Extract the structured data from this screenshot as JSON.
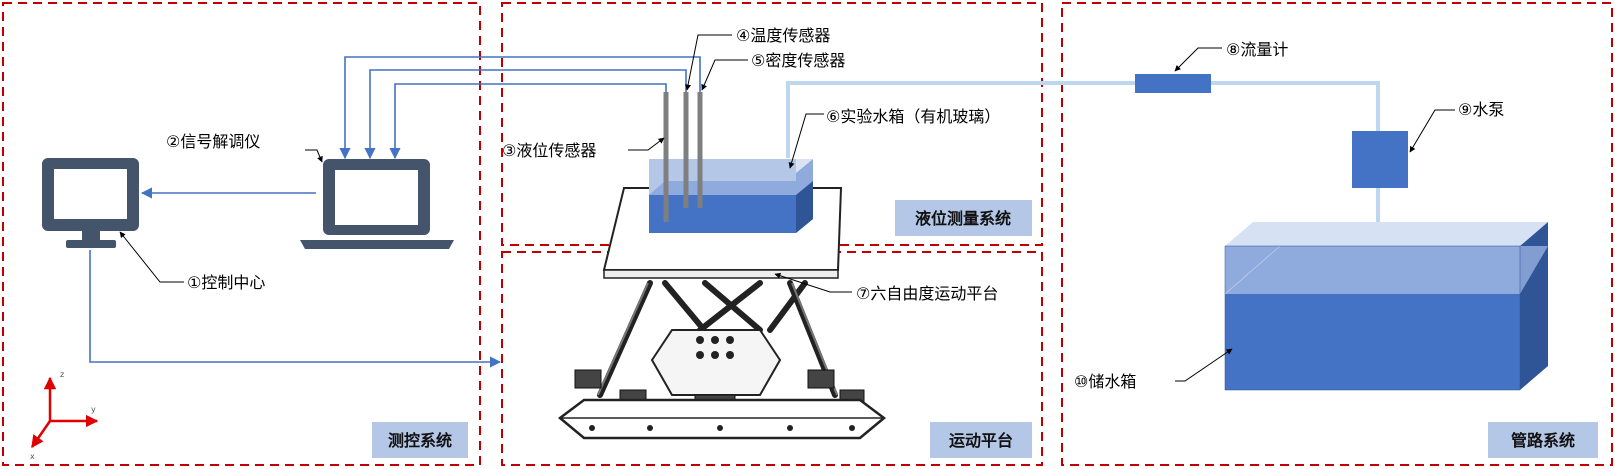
{
  "colors": {
    "dashed_border": "#c00000",
    "signal_line": "#4472c4",
    "pipe": "#bdd7ee",
    "water_dark": "#4472c4",
    "water_light": "#b4c7e7",
    "device": "#44546a",
    "system_label_bg": "#b4c7e7",
    "axis": "#e00000"
  },
  "systems": {
    "measure_control": "测控系统",
    "liquid_measure": "液位测量系统",
    "motion_platform": "运动平台",
    "pipeline": "管路系统"
  },
  "components": {
    "c1": "①控制中心",
    "c2": "②信号解调仪",
    "c3": "③液位传感器",
    "c4": "④温度传感器",
    "c5": "⑤密度传感器",
    "c6": "⑥实验水箱（有机玻璃）",
    "c7": "⑦六自由度运动平台",
    "c8": "⑧流量计",
    "c9": "⑨水泵",
    "c10": "⑩储水箱"
  },
  "axes": {
    "z": "z",
    "y": "y",
    "x": "x"
  },
  "icons": [
    "monitor-icon",
    "laptop-icon",
    "hexapod-platform-icon",
    "water-tank-icon",
    "pump-icon",
    "flowmeter-icon"
  ]
}
